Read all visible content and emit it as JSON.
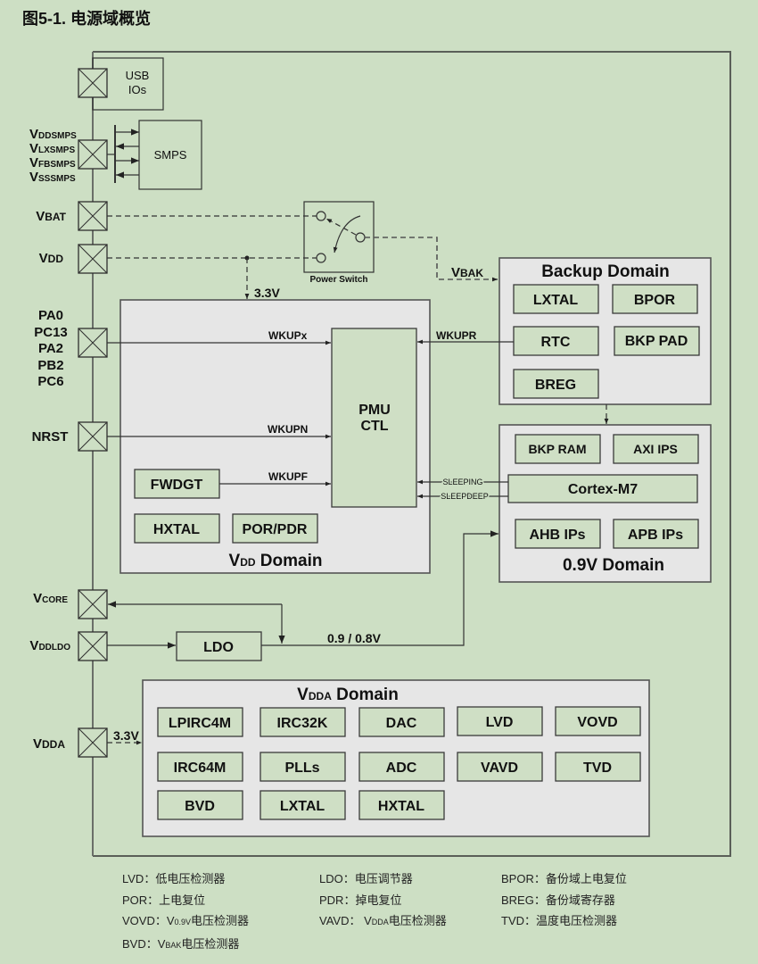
{
  "figure": {
    "title": "图5-1.  电源域概览"
  },
  "pins": {
    "smps": [
      {
        "v": "V",
        "sub": "DDSMPS"
      },
      {
        "v": "V",
        "sub": "LXSMPS"
      },
      {
        "v": "V",
        "sub": "FBSMPS"
      },
      {
        "v": "V",
        "sub": "SSSMPS"
      }
    ],
    "vbat": {
      "v": "V",
      "sub": "BAT"
    },
    "vdd": {
      "v": "V",
      "sub": "DD"
    },
    "wakeup": [
      "PA0",
      "PC13",
      "PA2",
      "PB2",
      "PC6"
    ],
    "nrst": "NRST",
    "vcore": {
      "v": "V",
      "sub": "CORE"
    },
    "vddldo": {
      "v": "V",
      "sub": "DDLDO"
    },
    "vdda": {
      "v": "V",
      "sub": "DDA"
    }
  },
  "blocks": {
    "usb_ios": [
      "USB",
      "IOs"
    ],
    "smps": "SMPS",
    "power_switch": "Power Switch",
    "ldo": "LDO",
    "pmu_ctl": [
      "PMU",
      "CTL"
    ]
  },
  "signals": {
    "vbak": {
      "v": "V",
      "sub": "BAK"
    },
    "vdd_3v3": "3.3V",
    "wkupx": "WKUPx",
    "wkupn": "WKUPN",
    "wkupf": "WKUPF",
    "wkupr": "WKUPR",
    "sleeping": "SLEEPING",
    "sleepdeep": "SLEEPDEEP",
    "core_voltage": "0.9 / 0.8V",
    "vdda_3v3": "3.3V"
  },
  "domains": {
    "backup": {
      "title": "Backup Domain",
      "blocks": [
        "LXTAL",
        "BPOR",
        "RTC",
        "BKP PAD",
        "BREG"
      ]
    },
    "vdd": {
      "title_v": "V",
      "title_sub": "DD",
      "title_rest": " Domain",
      "blocks": [
        "FWDGT",
        "HXTAL",
        "POR/PDR"
      ]
    },
    "core": {
      "title": "0.9V Domain",
      "blocks": [
        "BKP RAM",
        "AXI IPS",
        "Cortex-M7",
        "AHB IPs",
        "APB IPs"
      ]
    },
    "vdda": {
      "title_v": "V",
      "title_sub": "DDA",
      "title_rest": " Domain",
      "blocks": [
        "LPIRC4M",
        "IRC32K",
        "DAC",
        "LVD",
        "VOVD",
        "IRC64M",
        "PLLs",
        "ADC",
        "VAVD",
        "TVD",
        "BVD",
        "LXTAL",
        "HXTAL"
      ]
    }
  },
  "legend": {
    "col1": [
      {
        "key": "LVD：",
        "pre": "",
        "sub": "",
        "desc": "低电压检测器"
      },
      {
        "key": "POR：",
        "pre": "",
        "sub": "",
        "desc": "上电复位"
      },
      {
        "key": "VOVD：",
        "pre": "V",
        "sub": "0.9V",
        "desc": "电压检测器"
      },
      {
        "key": "BVD：",
        "pre": "V",
        "sub": "BAK",
        "desc": "电压检测器"
      }
    ],
    "col2": [
      {
        "key": "LDO：",
        "pre": "",
        "sub": "",
        "desc": "电压调节器"
      },
      {
        "key": "PDR：",
        "pre": "",
        "sub": "",
        "desc": "掉电复位"
      },
      {
        "key": "VAVD： ",
        "pre": "V",
        "sub": "DDA",
        "desc": "电压检测器"
      }
    ],
    "col3": [
      {
        "key": "BPOR：",
        "pre": "",
        "sub": "",
        "desc": "备份域上电复位"
      },
      {
        "key": "BREG：",
        "pre": "",
        "sub": "",
        "desc": "备份域寄存器"
      },
      {
        "key": "TVD：",
        "pre": "",
        "sub": "",
        "desc": "温度电压检测器"
      }
    ]
  }
}
